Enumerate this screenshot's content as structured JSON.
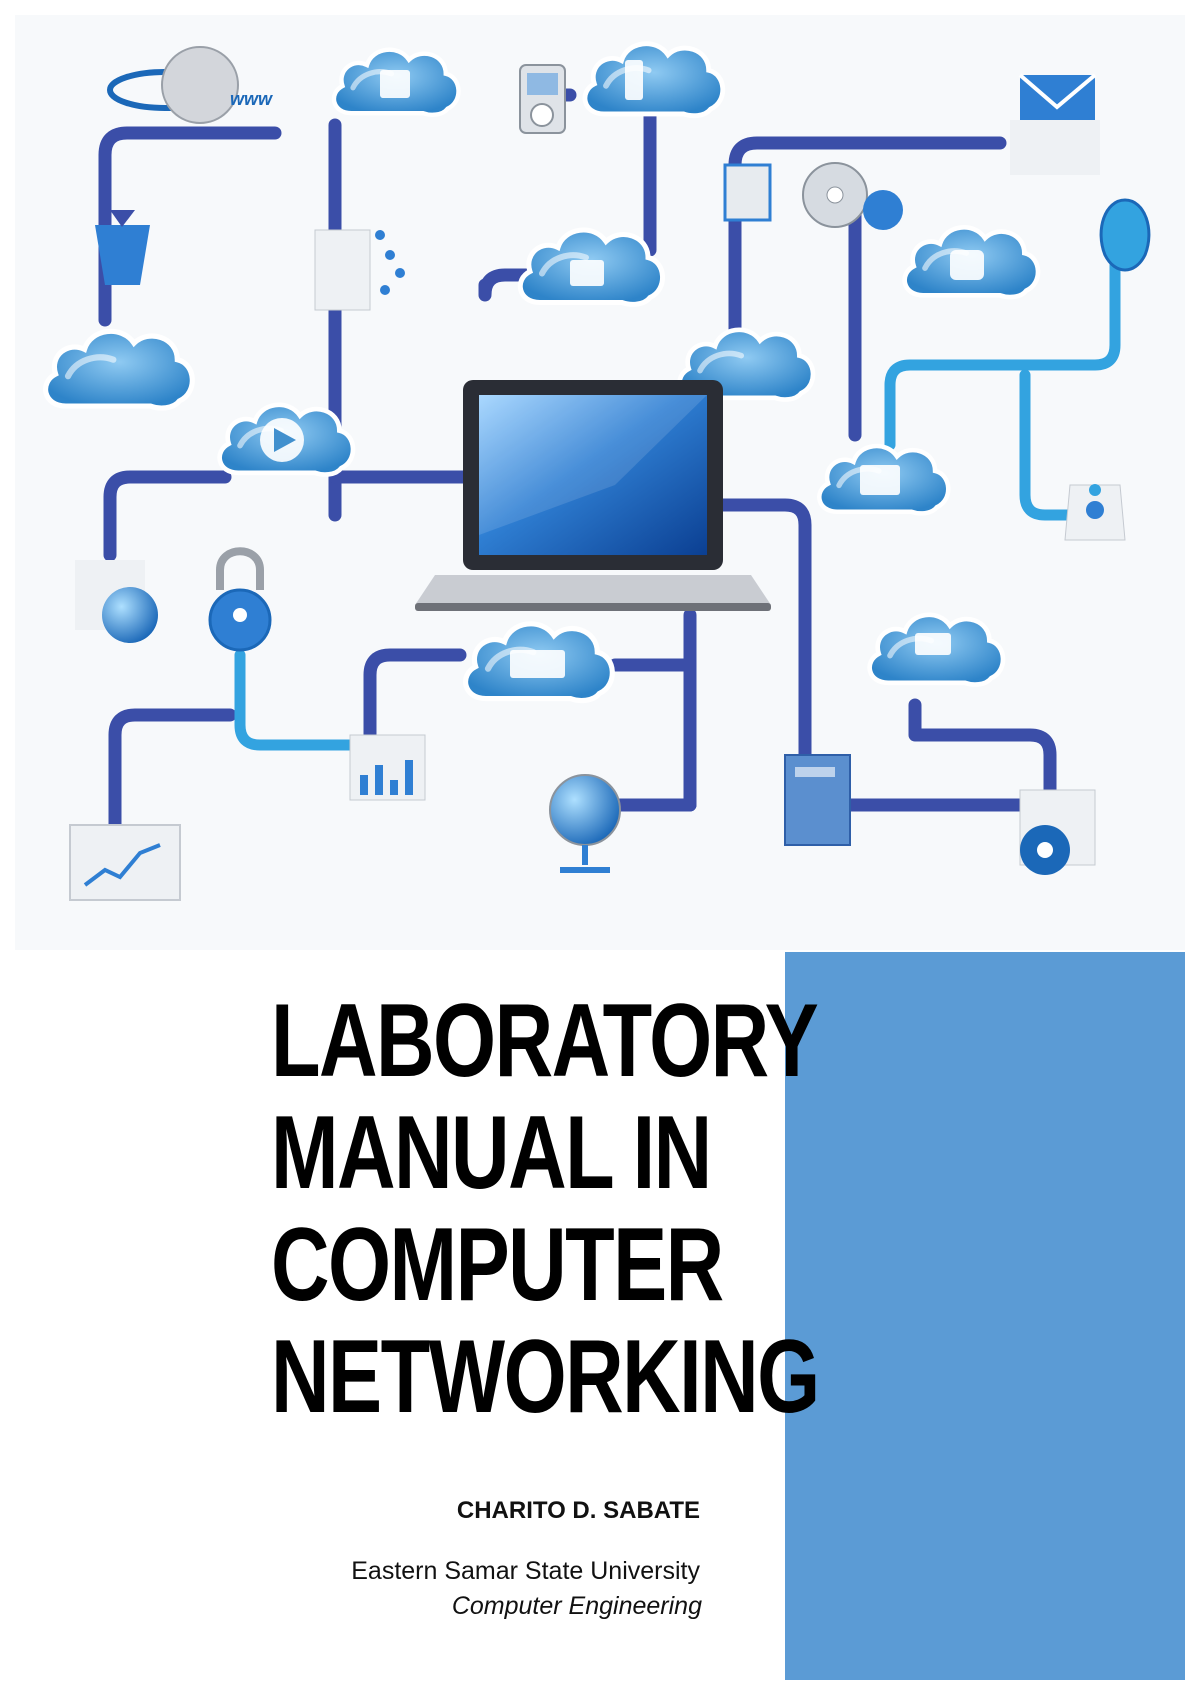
{
  "title_lines": [
    "LABORATORY",
    "MANUAL IN",
    "COMPUTER",
    "NETWORKING"
  ],
  "author": "CHARITO D. SABATE",
  "institution": "Eastern Samar State University",
  "department": "Computer Engineering",
  "illustration": {
    "icons": [
      "laptop-icon",
      "cloud-icon",
      "globe-icon",
      "lock-icon",
      "email-icon",
      "play-icon",
      "chart-icon",
      "mp3-player-icon",
      "disc-icon",
      "mouse-icon",
      "bus-icon",
      "printer-icon",
      "tablet-icon"
    ],
    "label_www": "www"
  },
  "colors": {
    "accent_panel": "#5b9bd5",
    "line_dark": "#3b4ea8",
    "line_light": "#33a3e0",
    "cloud_fill": "#62b0e6",
    "title": "#000000"
  }
}
